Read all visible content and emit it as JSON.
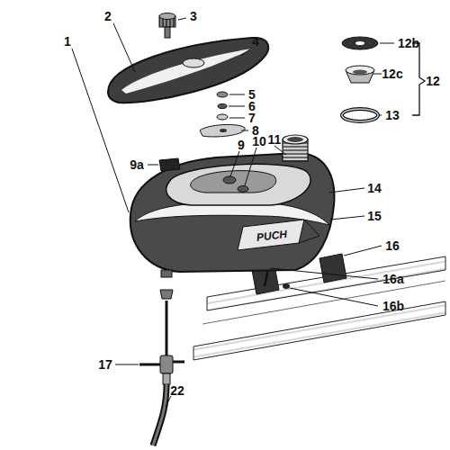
{
  "diagram": {
    "labels": [
      "1",
      "2",
      "3",
      "4",
      "5",
      "6",
      "7",
      "8",
      "9",
      "9a",
      "10",
      "11",
      "12b",
      "12c",
      "12",
      "13",
      "14",
      "15",
      "16",
      "16a",
      "16b",
      "17",
      "22",
      "PUCH"
    ]
  }
}
